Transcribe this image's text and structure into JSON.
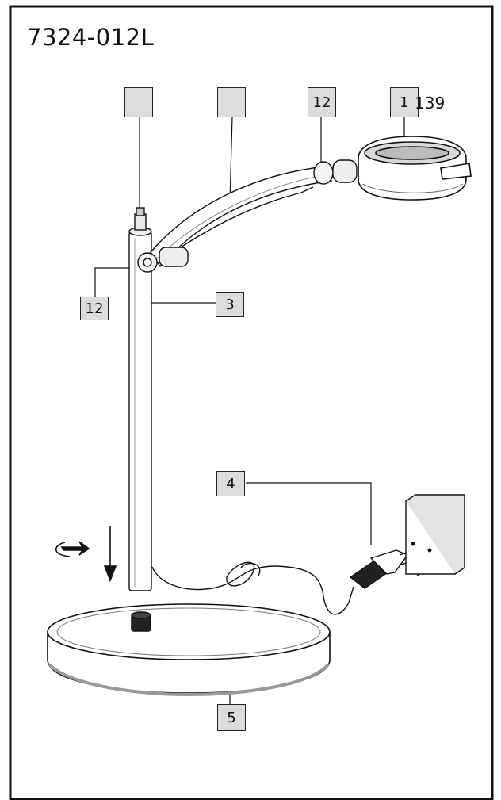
{
  "model": "7324-012L",
  "callouts": {
    "empty_a": "",
    "empty_b": "",
    "joint_top": "12",
    "head": "1",
    "head_code": "139",
    "joint_bottom": "12",
    "pole": "3",
    "plug": "4",
    "base": "5"
  }
}
